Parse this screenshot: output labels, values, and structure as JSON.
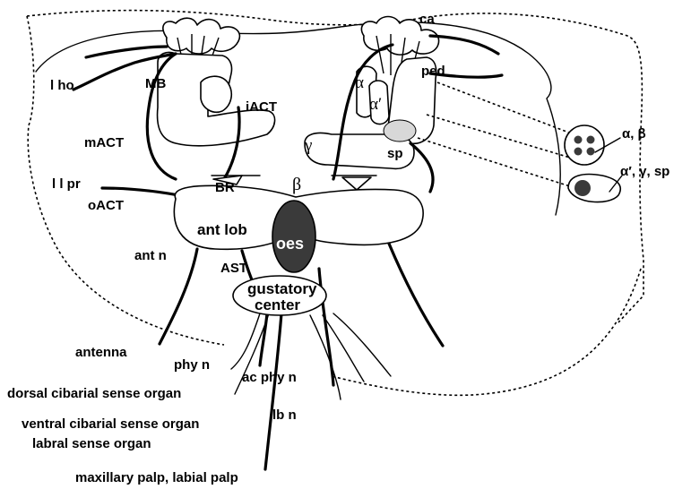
{
  "labels": {
    "ca": "ca",
    "MB": "MB",
    "iACT": "iACT",
    "l_ho": "l ho",
    "mACT": "mACT",
    "l_l_pr": "l l pr",
    "oACT": "oACT",
    "BR": "BR",
    "beta": "β",
    "gamma": "γ",
    "alpha": "α",
    "alpha_prime": "α′",
    "ped": "ped",
    "sp": "sp",
    "ant_lob": "ant lob",
    "oes": "oes",
    "AST": "AST",
    "ant_n": "ant n",
    "gustatory_1": "gustatory",
    "gustatory_2": "center",
    "antenna": "antenna",
    "phy_n": "phy n",
    "ac_phy_n": "ac phy n",
    "dorsal_cibarial": "dorsal cibarial sense organ",
    "ventral_cibarial": "ventral cibarial sense organ",
    "lb_n": "lb n",
    "labral": "labral sense organ",
    "maxillary": "maxillary palp, labial palp",
    "inset_alpha_beta": "α, β",
    "inset_alpha_gamma_sp": "α′, γ, sp"
  },
  "colors": {
    "ink": "#000000",
    "paper": "#ffffff",
    "oes_fill": "#3a3a3a",
    "sp_fill": "#d8d8d8",
    "inset_dot": "#3a3a3a"
  }
}
